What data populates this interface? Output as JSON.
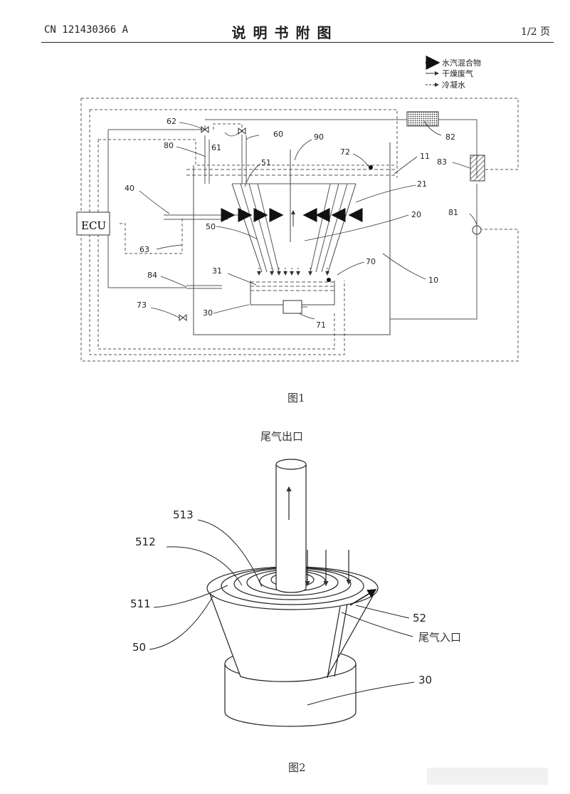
{
  "header": {
    "patent_number": "CN 121430366 A",
    "title": "说明书附图",
    "page": "1/2 页"
  },
  "figure1": {
    "legend": [
      "水汽混合物",
      "干燥废气",
      "冷凝水"
    ],
    "ecu_label": "ECU",
    "labels": {
      "n62": "62",
      "n61": "61",
      "n60": "60",
      "n90": "90",
      "n82": "82",
      "n80": "80",
      "n72": "72",
      "n11": "11",
      "n83": "83",
      "n51": "51",
      "n21": "21",
      "n40": "40",
      "n20": "20",
      "n81": "81",
      "n50": "50",
      "n63": "63",
      "n31": "31",
      "n70": "70",
      "n10": "10",
      "n84": "84",
      "n73": "73",
      "n30": "30",
      "n71": "71"
    },
    "caption": "图1"
  },
  "figure2": {
    "outlet_label": "尾气出口",
    "inlet_label": "尾气入口",
    "labels": {
      "n513": "513",
      "n512": "512",
      "n511": "511",
      "n50": "50",
      "n52": "52",
      "n30": "30"
    },
    "caption": "图2"
  }
}
